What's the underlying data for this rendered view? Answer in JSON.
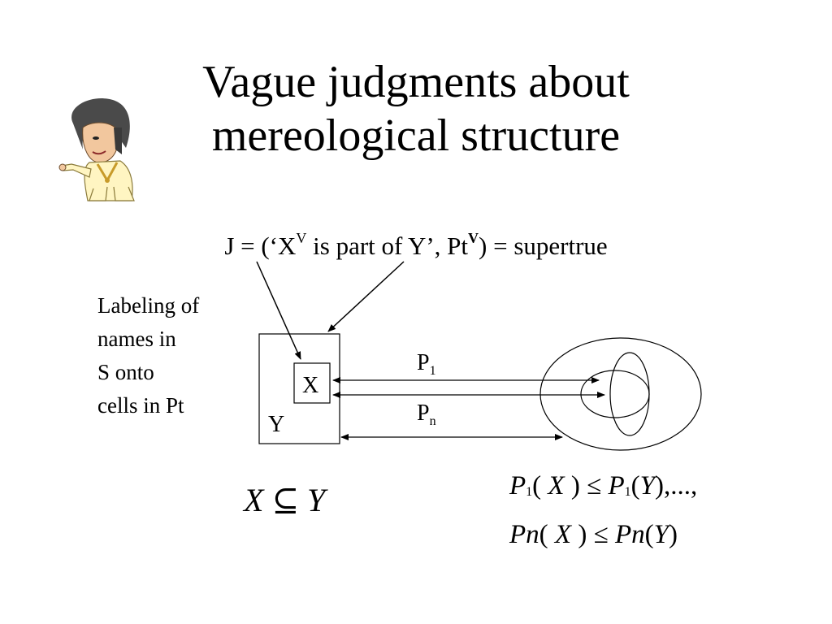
{
  "title": {
    "line1": "Vague judgments about",
    "line2": "mereological structure"
  },
  "formula_j": {
    "prefix": "J = (‘X",
    "sup_v": "V",
    "middle": " is part of Y’, Pt",
    "sup_v_bold": "V",
    "suffix": ") = supertrue"
  },
  "labeling_note": {
    "line1": "Labeling of",
    "line2": "names in",
    "line3": "S onto",
    "line4": "cells in Pt"
  },
  "diagram": {
    "cell_x": "X",
    "cell_y": "Y",
    "p1_base": "P",
    "p1_sub": "1",
    "pn_base": "P",
    "pn_sub": "n"
  },
  "subset_relation": {
    "left": "X",
    "symbol": "⊆",
    "right": "Y"
  },
  "inequality_1": {
    "p1a": "P",
    "sub_a": "1",
    "arg_a": "X",
    "leq": "≤",
    "p1b": "P",
    "sub_b": "1",
    "arg_b": "Y",
    "tail": ",...,"
  },
  "inequality_2": {
    "pna": "Pn",
    "arg_a": "X",
    "leq": "≤",
    "pnb": "Pn",
    "arg_b": "Y"
  },
  "icons": {
    "character": "cartoon-elvis-illustration"
  }
}
